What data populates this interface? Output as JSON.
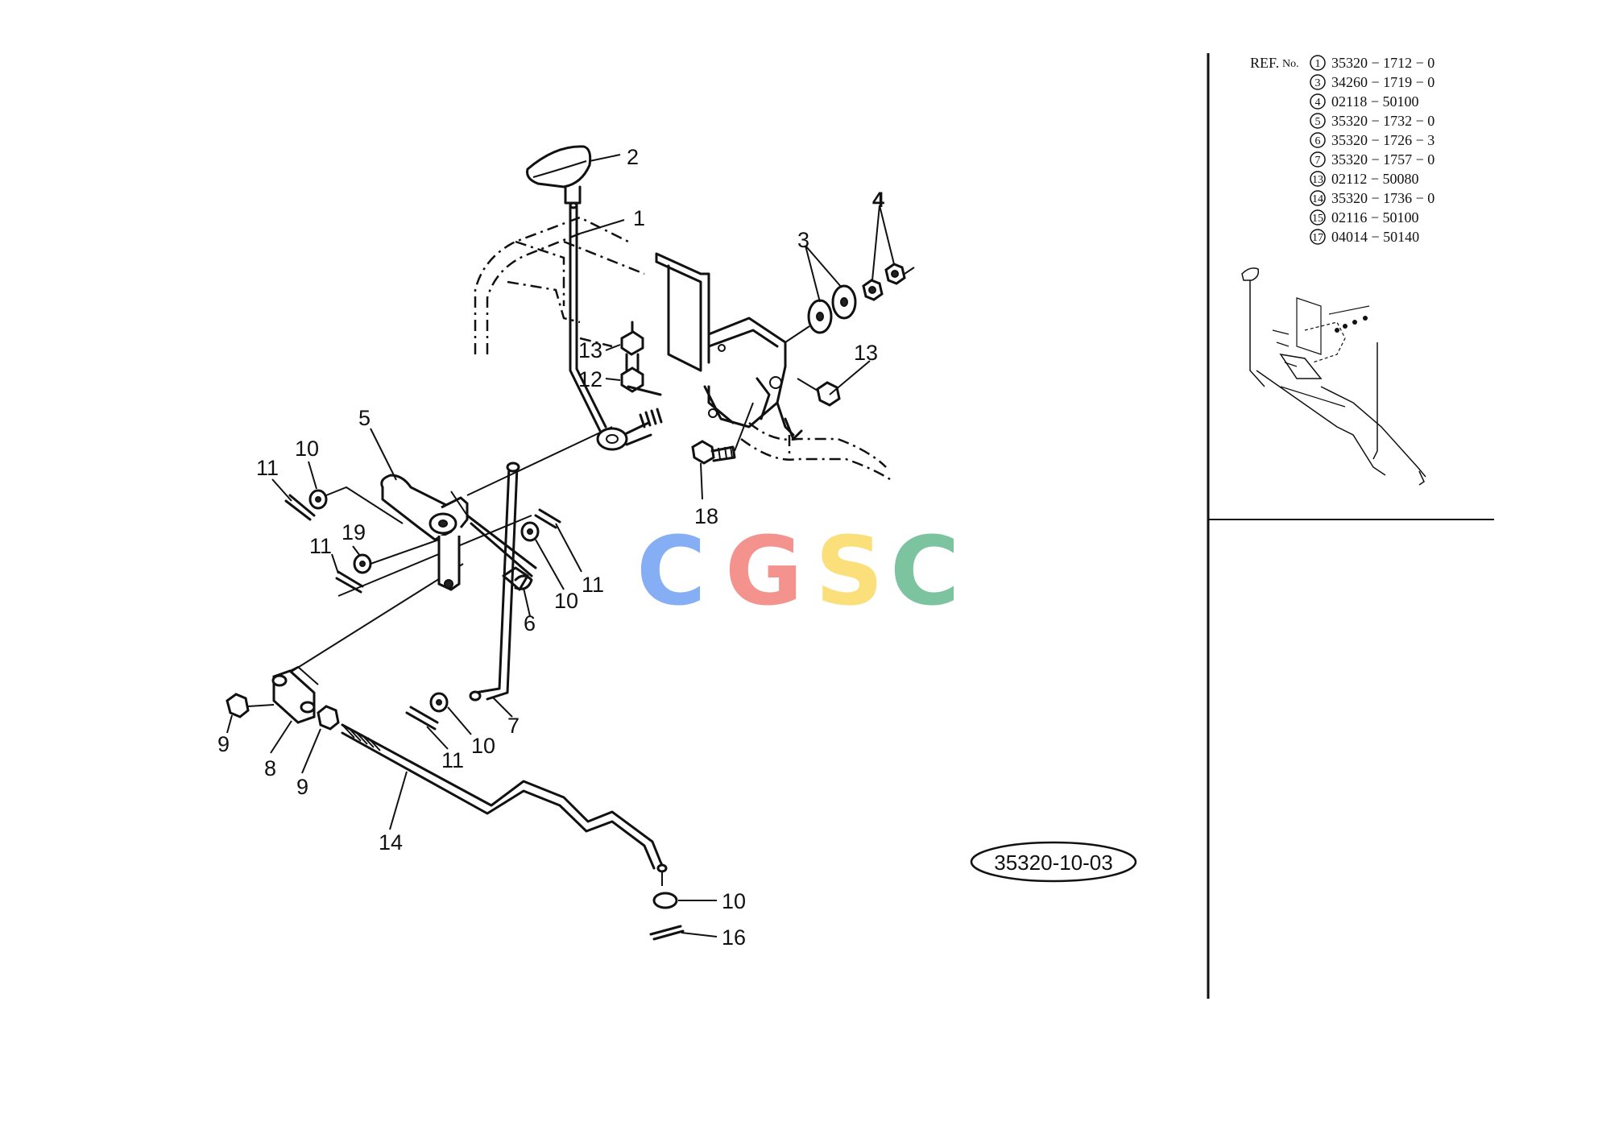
{
  "diagram": {
    "callouts": [
      {
        "id": "c2",
        "text": "2"
      },
      {
        "id": "c1",
        "text": "1"
      },
      {
        "id": "c4",
        "text": "4"
      },
      {
        "id": "c3",
        "text": "3"
      },
      {
        "id": "c13a",
        "text": "13"
      },
      {
        "id": "c12",
        "text": "12"
      },
      {
        "id": "c13b",
        "text": "13"
      },
      {
        "id": "c5",
        "text": "5"
      },
      {
        "id": "c10a",
        "text": "10"
      },
      {
        "id": "c11a",
        "text": "11"
      },
      {
        "id": "c18",
        "text": "18"
      },
      {
        "id": "c19",
        "text": "19"
      },
      {
        "id": "c11b",
        "text": "11"
      },
      {
        "id": "c11c",
        "text": "11"
      },
      {
        "id": "c10b",
        "text": "10"
      },
      {
        "id": "c6",
        "text": "6"
      },
      {
        "id": "c7",
        "text": "7"
      },
      {
        "id": "c10c",
        "text": "10"
      },
      {
        "id": "c11d",
        "text": "11"
      },
      {
        "id": "c9a",
        "text": "9"
      },
      {
        "id": "c8",
        "text": "8"
      },
      {
        "id": "c9b",
        "text": "9"
      },
      {
        "id": "c14",
        "text": "14"
      },
      {
        "id": "c10d",
        "text": "10"
      },
      {
        "id": "c16",
        "text": "16"
      }
    ],
    "drawing_number": "35320-10-03"
  },
  "ref_table": {
    "prefix": "REF.",
    "prefix_no": "No.",
    "rows": [
      {
        "ref": "1",
        "part": "35320 − 1712 − 0"
      },
      {
        "ref": "3",
        "part": "34260 − 1719 − 0"
      },
      {
        "ref": "4",
        "part": "02118 − 50100"
      },
      {
        "ref": "5",
        "part": "35320 − 1732 − 0"
      },
      {
        "ref": "6",
        "part": "35320 − 1726 − 3"
      },
      {
        "ref": "7",
        "part": "35320 − 1757 − 0"
      },
      {
        "ref": "13",
        "part": "02112 − 50080"
      },
      {
        "ref": "14",
        "part": "35320 − 1736 − 0"
      },
      {
        "ref": "15",
        "part": "02116 − 50100"
      },
      {
        "ref": "17",
        "part": "04014 − 50140"
      }
    ]
  },
  "watermark": {
    "letters": [
      "C",
      "G",
      "S",
      "C"
    ],
    "colors": [
      "#86aef5",
      "#f4928e",
      "#fbdf7a",
      "#7cc39f"
    ]
  }
}
